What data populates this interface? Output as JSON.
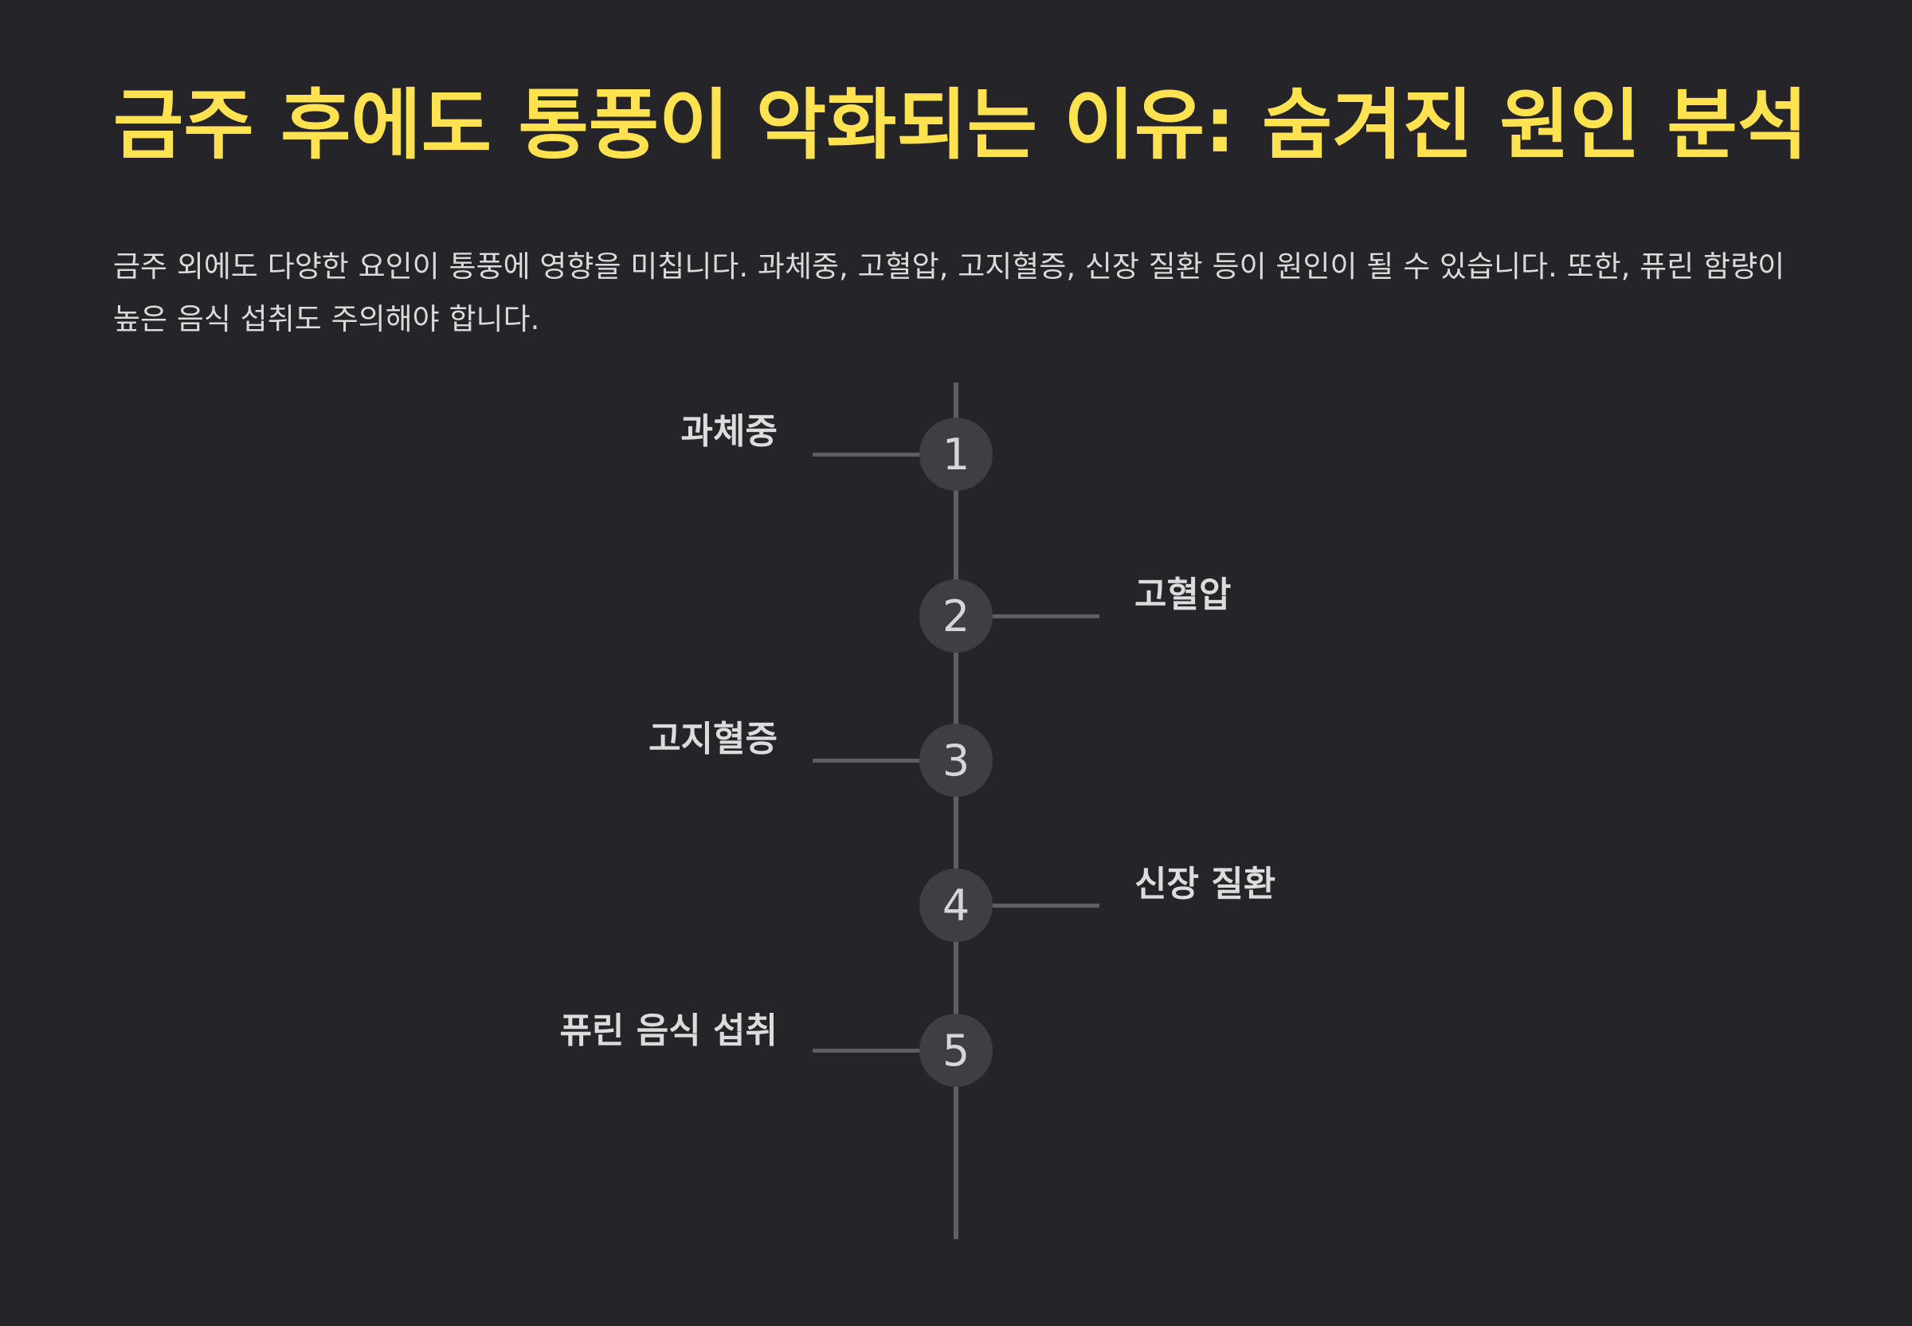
{
  "header": {
    "title": "금주 후에도 통풍이 악화되는 이유: 숨겨진 원인 분석",
    "description": "금주 외에도 다양한 요인이 통풍에 영향을 미칩니다. 과체중, 고혈압, 고지혈증, 신장 질환 등이 원인이 될 수 있습니다. 또한, 퓨린 함량이 높은 음식 섭취도 주의해야 합니다."
  },
  "colors": {
    "background": "#252429",
    "title": "#FFE24F",
    "text": "#DADADA",
    "line": "#5E5E63",
    "node": "#3E3E44"
  },
  "timeline": {
    "items": [
      {
        "number": "1",
        "label": "과체중",
        "side": "left"
      },
      {
        "number": "2",
        "label": "고혈압",
        "side": "right"
      },
      {
        "number": "3",
        "label": "고지혈증",
        "side": "left"
      },
      {
        "number": "4",
        "label": "신장 질환",
        "side": "right"
      },
      {
        "number": "5",
        "label": "퓨린 음식 섭취",
        "side": "left"
      }
    ]
  }
}
